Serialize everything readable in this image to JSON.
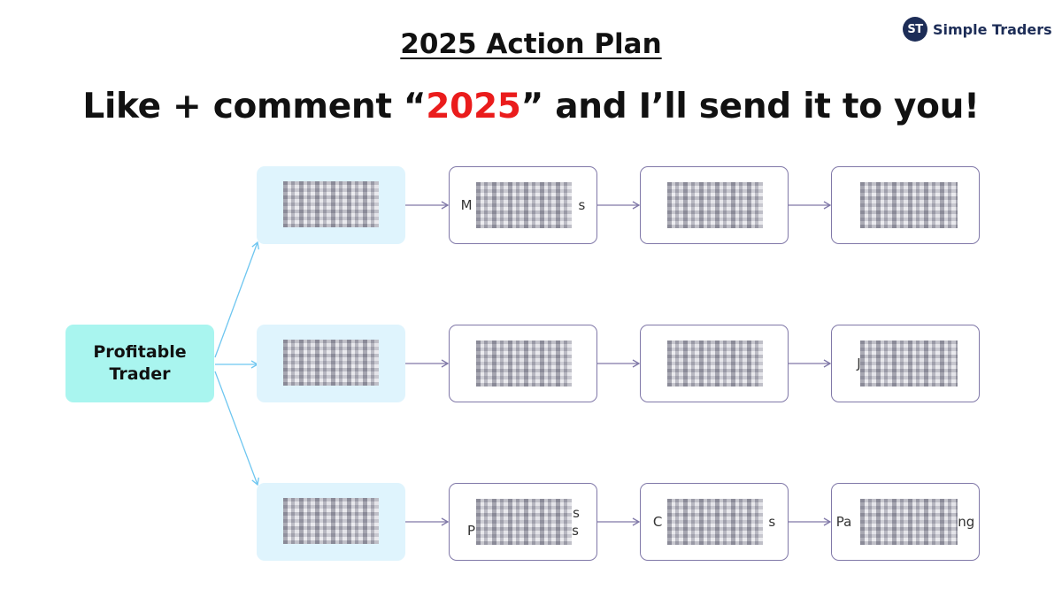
{
  "brand": {
    "badge": "ST",
    "name": "Simple Traders"
  },
  "title": "2025 Action Plan",
  "headline": {
    "before": "Like + comment “",
    "highlight": "2025",
    "after": "” and I’ll send it to you!"
  },
  "colors": {
    "highlight": "#ea1c1c",
    "root_fill": "#a9f5ef",
    "first_column_fill": "#dff4fd",
    "box_border": "#8078a8",
    "branch_arrow": "#6ec6f0",
    "chain_arrow": "#8078a8",
    "brand": "#1d2d57"
  },
  "root": {
    "label": "Profitable\nTrader"
  },
  "rows": [
    {
      "nodes": [
        {
          "label": "",
          "obscured": true
        },
        {
          "label": "M        s",
          "obscured": true
        },
        {
          "label": "",
          "obscured": true
        },
        {
          "label": "\n         ",
          "obscured": true
        }
      ]
    },
    {
      "nodes": [
        {
          "label": "",
          "obscured": true
        },
        {
          "label": "",
          "obscured": true
        },
        {
          "label": "",
          "obscured": true
        },
        {
          "label": "J       ",
          "obscured": true
        }
      ]
    },
    {
      "nodes": [
        {
          "label": "\n         ",
          "obscured": true
        },
        {
          "label": "        s\nP       ls",
          "obscured": true
        },
        {
          "label": "C        s\n",
          "obscured": true
        },
        {
          "label": "Pa        ng",
          "obscured": true
        }
      ]
    }
  ]
}
